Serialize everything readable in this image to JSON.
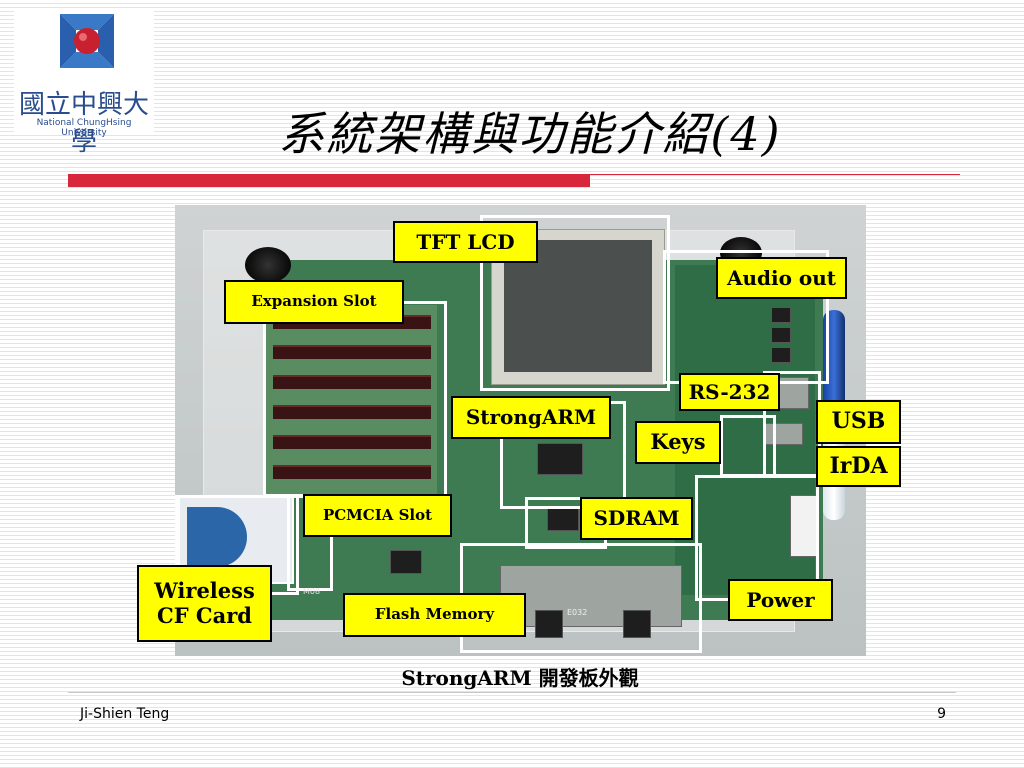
{
  "logo": {
    "name_cn": "國立中興大學",
    "name_en": "National ChungHsing University"
  },
  "slide": {
    "title": "系統架構與功能介紹(4)",
    "caption": "StrongARM 開發板外觀",
    "author": "Ji-Shien Teng",
    "page_number": "9"
  },
  "callouts": {
    "tft_lcd": "TFT LCD",
    "audio_out": "Audio out",
    "expansion_slot": "Expansion Slot",
    "rs232": "RS-232",
    "strongarm": "StrongARM",
    "usb": "USB",
    "keys": "Keys",
    "irda": "IrDA",
    "pcmcia_slot": "PCMCIA Slot",
    "sdram": "SDRAM",
    "wireless_cf_line1": "Wireless",
    "wireless_cf_line2": "CF Card",
    "flash_memory": "Flash Memory",
    "power": "Power"
  },
  "board_markings": {
    "m08": "M08",
    "e032": "E032"
  },
  "colors": {
    "accent_red": "#d8263a",
    "callout_fill": "#ffff00",
    "logo_blue": "#2a4d8f"
  }
}
